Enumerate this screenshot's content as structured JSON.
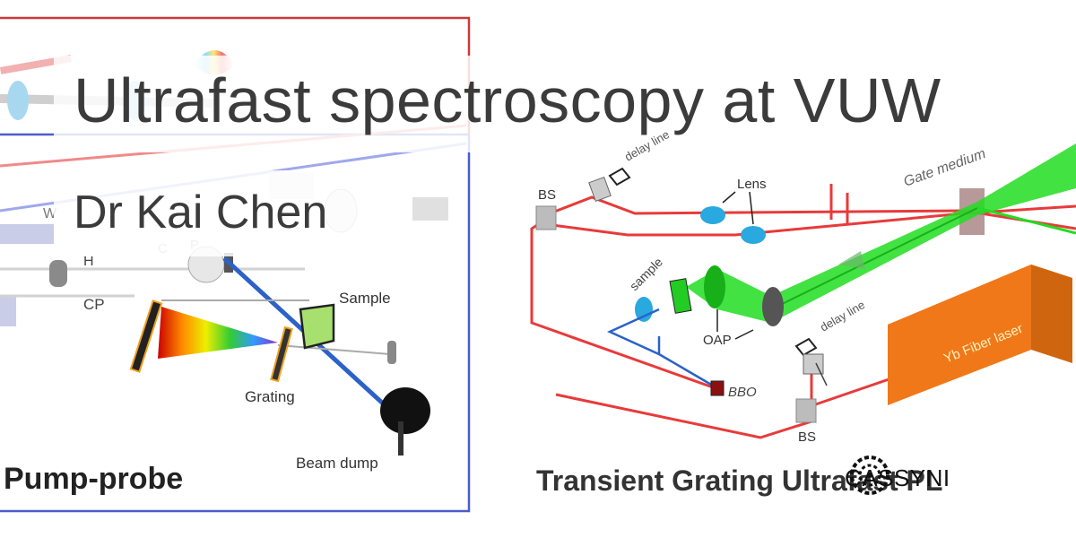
{
  "slide": {
    "title": "Ultrafast spectroscopy at VUW",
    "subtitle": "Dr Kai Chen"
  },
  "left_figure": {
    "caption": "Pump-probe",
    "labels": {
      "sample": "Sample",
      "grating": "Grating",
      "cp": "CP",
      "beam_dump": "Beam dump",
      "h": "H",
      "w": "W",
      "c": "C",
      "p": "P"
    }
  },
  "right_figure": {
    "caption": "Transient Grating Ultrafast PL",
    "labels": {
      "bs_top": "BS",
      "bs_bottom": "BS",
      "delay_top": "delay line",
      "delay_mid": "delay line",
      "lens": "Lens",
      "gate_medium": "Gate medium",
      "sample": "sample",
      "oap": "OAP",
      "bbo": "BBO",
      "laser": "Yb Fiber laser"
    }
  },
  "logo": {
    "text": "CASSYNI",
    "icon": "cassyni-logo-icon"
  },
  "colors": {
    "red_beam": "#e83a3a",
    "blue_beam": "#2c62c8",
    "green_beam": "#22dd22",
    "laser_box": "#f07818",
    "frame_red": "#cc3a3a",
    "frame_blue": "#4a5ccc"
  }
}
